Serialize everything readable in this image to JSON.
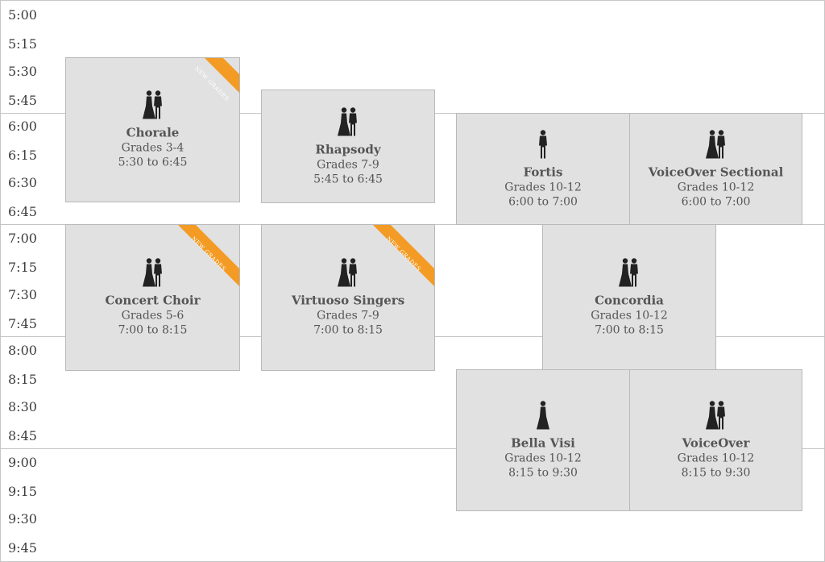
{
  "time_labels": [
    "5:00",
    "5:15",
    "5:30",
    "5:45",
    "6:00",
    "6:15",
    "6:30",
    "6:45",
    "7:00",
    "7:15",
    "7:30",
    "7:45",
    "8:00",
    "8:15",
    "8:30",
    "8:45",
    "9:00",
    "9:15",
    "9:30",
    "9:45"
  ],
  "ribbon_text": "NEW GRADES",
  "colors": {
    "block_bg": "#e1e1e2",
    "ribbon": "#f39b24",
    "text": "#555555",
    "icon": "#222222"
  },
  "choirs": [
    {
      "name": "Chorale",
      "grades": "Grades 3-4",
      "time": "5:30 to 6:45",
      "icon": "couple-icon",
      "new_grades": true
    },
    {
      "name": "Rhapsody",
      "grades": "Grades 7-9",
      "time": "5:45 to 6:45",
      "icon": "couple-icon",
      "new_grades": false
    },
    {
      "name": "Fortis",
      "grades": "Grades 10-12",
      "time": "6:00 to 7:00",
      "icon": "man-icon",
      "new_grades": false
    },
    {
      "name": "VoiceOver Sectional",
      "grades": "Grades 10-12",
      "time": "6:00 to 7:00",
      "icon": "couple-icon",
      "new_grades": false
    },
    {
      "name": "Concert Choir",
      "grades": "Grades 5-6",
      "time": "7:00 to 8:15",
      "icon": "couple-icon",
      "new_grades": true
    },
    {
      "name": "Virtuoso Singers",
      "grades": "Grades 7-9",
      "time": "7:00 to 8:15",
      "icon": "couple-icon",
      "new_grades": true
    },
    {
      "name": "Concordia",
      "grades": "Grades 10-12",
      "time": "7:00 to 8:15",
      "icon": "couple-icon",
      "new_grades": false
    },
    {
      "name": "Bella Visi",
      "grades": "Grades 10-12",
      "time": "8:15 to 9:30",
      "icon": "woman-icon",
      "new_grades": false
    },
    {
      "name": "VoiceOver",
      "grades": "Grades 10-12",
      "time": "8:15 to 9:30",
      "icon": "couple-icon",
      "new_grades": false
    }
  ]
}
